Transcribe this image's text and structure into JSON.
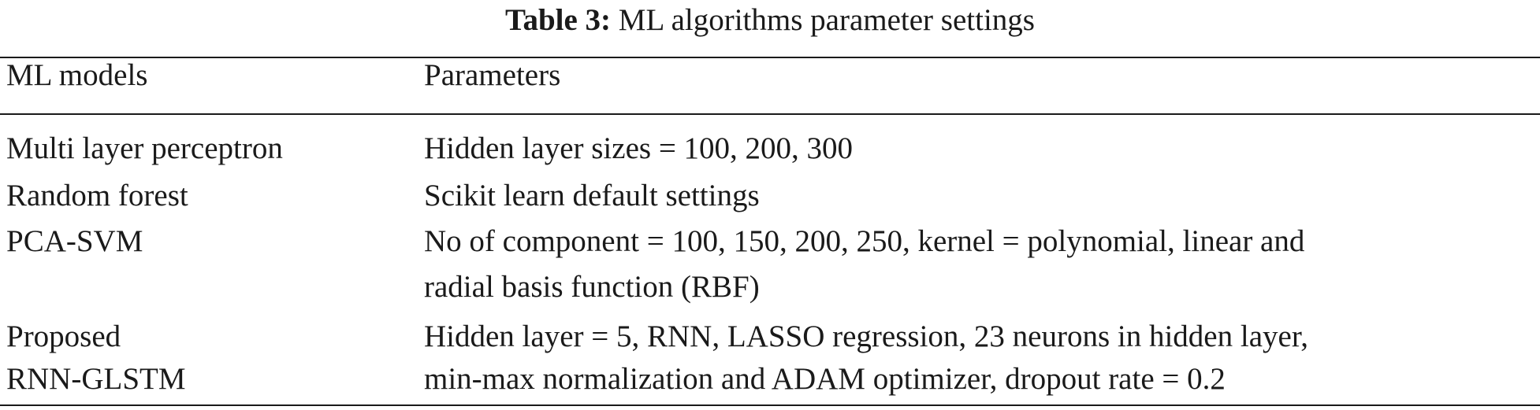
{
  "caption": {
    "label": "Table 3:",
    "text": "ML algorithms parameter settings"
  },
  "table": {
    "headers": [
      "ML models",
      "Parameters"
    ],
    "rows": [
      {
        "model": [
          "Multi layer perceptron"
        ],
        "parameters": [
          "Hidden layer sizes = 100, 200, 300"
        ]
      },
      {
        "model": [
          "Random forest"
        ],
        "parameters": [
          "Scikit learn default settings"
        ]
      },
      {
        "model": [
          "PCA-SVM"
        ],
        "parameters": [
          "No of component = 100, 150, 200, 250, kernel = polynomial, linear and",
          "radial basis function (RBF)"
        ]
      },
      {
        "model": [
          "Proposed",
          "RNN-GLSTM"
        ],
        "parameters": [
          "Hidden layer = 5, RNN, LASSO regression, 23 neurons in hidden layer,",
          "min-max normalization and ADAM optimizer, dropout rate = 0.2"
        ]
      }
    ]
  }
}
